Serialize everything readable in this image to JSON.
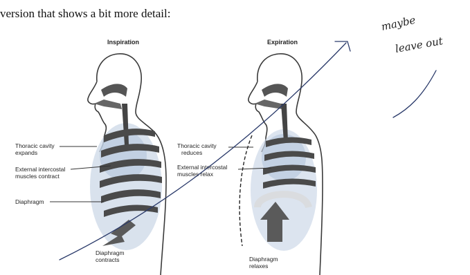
{
  "intro_text": "version that shows a bit more detail:",
  "figure": {
    "inspiration": {
      "title": "Inspiration",
      "labels": {
        "thoracic_1": "Thoracic cavity",
        "thoracic_2": "expands",
        "intercostal_1": "External intercostal",
        "intercostal_2": "muscles contract",
        "diaphragm": "Diaphragm",
        "diaphragm_state_1": "Diaphragm",
        "diaphragm_state_2": "contracts"
      }
    },
    "expiration": {
      "title": "Expiration",
      "labels": {
        "thoracic_1": "Thoracic cavity",
        "thoracic_2": "reduces",
        "intercostal_1": "External intercostal",
        "intercostal_2": "muscles relax",
        "diaphragm_state_1": "Diaphragm",
        "diaphragm_state_2": "relaxes"
      }
    }
  },
  "handwriting": {
    "line1": "maybe",
    "line2": "leave out"
  },
  "colors": {
    "body_outline": "#3a3a3a",
    "rib": "#4a4a4a",
    "lung": "#c9d6e6",
    "pen": "#2a3a6a"
  }
}
